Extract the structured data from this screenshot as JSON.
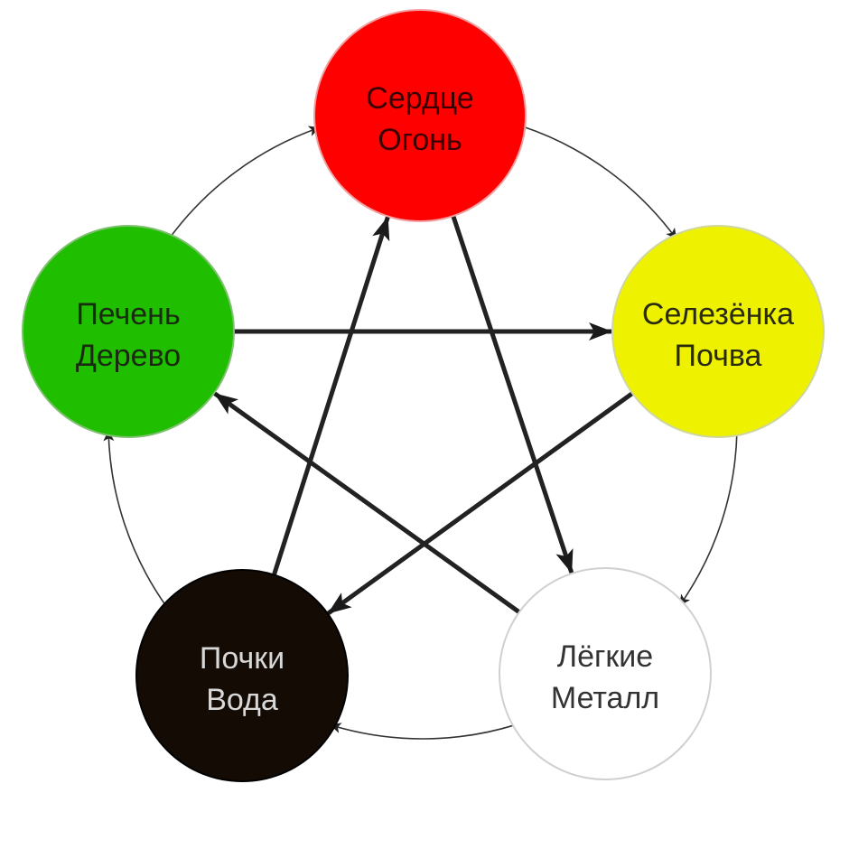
{
  "nodes": [
    {
      "id": "heart",
      "line1": "Сердце",
      "line2": "Огонь",
      "fill": "#ff0000",
      "stroke": "#f2a0a0",
      "text_color": "#3a0000"
    },
    {
      "id": "spleen",
      "line1": "Селезёнка",
      "line2": "Почва",
      "fill": "#eef200",
      "stroke": "#cfd6a0",
      "text_color": "#2a2a10"
    },
    {
      "id": "lungs",
      "line1": "Лёгкие",
      "line2": "Металл",
      "fill": "#ffffff",
      "stroke": "#d0d0d0",
      "text_color": "#333333"
    },
    {
      "id": "kidneys",
      "line1": "Почки",
      "line2": "Вода",
      "fill": "#150b05",
      "stroke": "#000000",
      "text_color": "#d8d8d8"
    },
    {
      "id": "liver",
      "line1": "Печень",
      "line2": "Дерево",
      "fill": "#1fbf00",
      "stroke": "#7fc070",
      "text_color": "#1a2a10"
    }
  ],
  "cycle_edges": [
    {
      "from": "heart",
      "to": "spleen"
    },
    {
      "from": "spleen",
      "to": "lungs"
    },
    {
      "from": "lungs",
      "to": "kidneys"
    },
    {
      "from": "kidneys",
      "to": "liver"
    },
    {
      "from": "liver",
      "to": "heart"
    }
  ],
  "star_edges": [
    {
      "from": "heart",
      "to": "lungs"
    },
    {
      "from": "lungs",
      "to": "liver"
    },
    {
      "from": "liver",
      "to": "spleen"
    },
    {
      "from": "spleen",
      "to": "kidneys"
    },
    {
      "from": "kidneys",
      "to": "heart"
    }
  ],
  "colors": {
    "cycle_line": "#333333",
    "star_line": "#222222"
  }
}
